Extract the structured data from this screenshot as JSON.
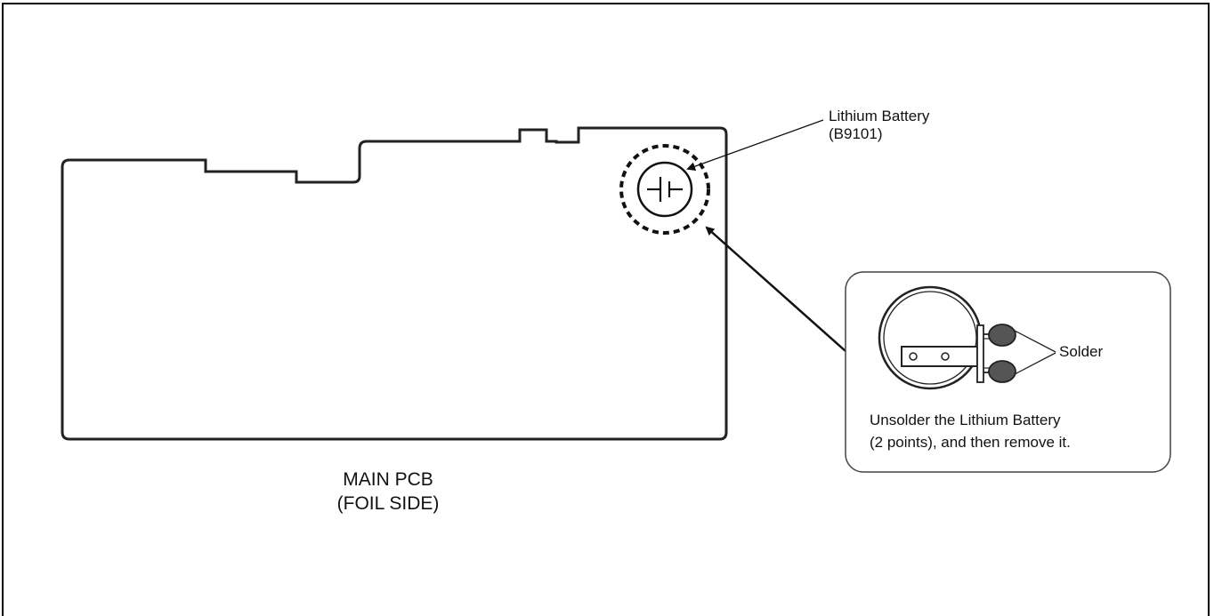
{
  "battery_label": {
    "name": "Lithium Battery",
    "ref": "(B9101)"
  },
  "pcb_label": {
    "line1": "MAIN PCB",
    "line2": "(FOIL SIDE)"
  },
  "inset": {
    "solder_label": "Solder",
    "instruction_line1": "Unsolder the Lithium Battery",
    "instruction_line2": "(2 points), and then remove it."
  },
  "colors": {
    "line": "#222222",
    "solder_fill": "#555555"
  }
}
